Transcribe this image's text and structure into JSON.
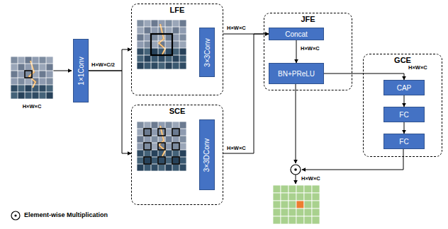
{
  "diagram": {
    "nodes": [
      {
        "text": [
          "1×1Conv"
        ]
      },
      {
        "text": [
          "LFE"
        ]
      },
      {
        "text": [
          "3×3Conv"
        ],
        "in": 1
      },
      {
        "text": [
          "SCE"
        ]
      },
      {
        "text": [
          "3×3DConv"
        ],
        "in": 3
      },
      {
        "text": [
          "JFE"
        ]
      },
      {
        "text": [
          "Concat"
        ],
        "in": 5
      },
      {
        "text": [
          "BN+PReLU"
        ],
        "in": 5
      },
      {
        "text": [
          "GCE"
        ]
      },
      {
        "text": [
          "CAP"
        ],
        "in": 8
      },
      {
        "text": [
          "FC"
        ],
        "in": 8
      },
      {
        "text": [
          "FC"
        ],
        "in": 8
      }
    ],
    "edges": [
      {
        "from": 0,
        "to": 1,
        "arrow": "to",
        "label": "H×W×C/2"
      },
      {
        "from": 0,
        "to": 3,
        "arrow": "to"
      },
      {
        "from": 1,
        "to": 6,
        "arrow": "to",
        "label": "H×W×C"
      },
      {
        "from": 3,
        "to": 6,
        "arrow": "to",
        "label": "H×W×C"
      },
      {
        "from": 6,
        "to": 7,
        "arrow": "to",
        "label": "H×W×C"
      },
      {
        "from": 7,
        "to": 9,
        "arrow": "to",
        "label": "H×W×C"
      },
      {
        "from": 9,
        "to": 10,
        "arrow": "to"
      },
      {
        "from": 10,
        "to": 11,
        "arrow": "to"
      }
    ],
    "labels": [
      "H×W×C",
      "H×W×C"
    ],
    "legend": [
      {
        "text": "Element-wise Multiplication"
      }
    ]
  }
}
